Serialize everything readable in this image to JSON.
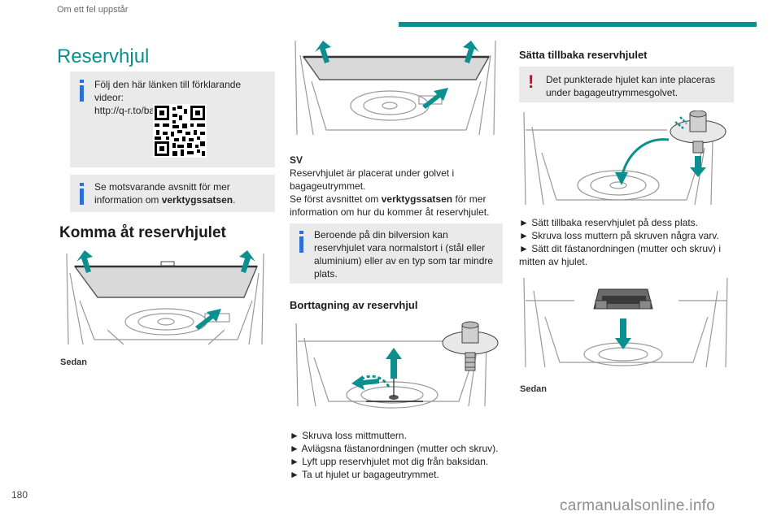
{
  "header": {
    "section": "Om ett fel uppstår"
  },
  "page_number": "180",
  "watermark": "carmanualsonline.info",
  "col1": {
    "title": "Reservhjul",
    "note1": {
      "line1": "Följ den här länken till förklarande videor:",
      "line2": "http://q-r.to/bagGI9"
    },
    "note2": {
      "pre": "Se motsvarande avsnitt för mer information om ",
      "bold": "verktygssatsen",
      "post": "."
    },
    "heading": "Komma åt reservhjulet",
    "caption": "Sedan"
  },
  "col2": {
    "sv_label": "SV",
    "para1": "Reservhjulet är placerat under golvet i bagageutrymmet.",
    "para2_pre": "Se först avsnittet om ",
    "para2_bold": "verktygssatsen",
    "para2_post": " för mer information om hur du kommer åt reservhjulet.",
    "note": "Beroende på din bilversion kan reservhjulet vara normalstort i (stål eller aluminium) eller av en typ som tar mindre plats.",
    "heading": "Borttagning av reservhjul",
    "steps": [
      "► Skruva loss mittmuttern.",
      "► Avlägsna fästanordningen (mutter och skruv).",
      "► Lyft upp reservhjulet mot dig från baksidan.",
      "► Ta ut hjulet ur bagageutrymmet."
    ]
  },
  "col3": {
    "heading": "Sätta tillbaka reservhjulet",
    "warning": "Det punkterade hjulet kan inte placeras under bagageutrymmesgolvet.",
    "steps": [
      "► Sätt tillbaka reservhjulet på dess plats.",
      "► Skruva loss muttern på skruven några varv.",
      "► Sätt dit fästanordningen (mutter och skruv) i mitten av hjulet."
    ],
    "caption": "Sedan"
  },
  "colors": {
    "accent": "#0c8f8f",
    "info_bar": "#2e6fd6",
    "warning": "#e0001b",
    "arrow": "#0c8f8f",
    "note_bg": "#eaeaea"
  }
}
